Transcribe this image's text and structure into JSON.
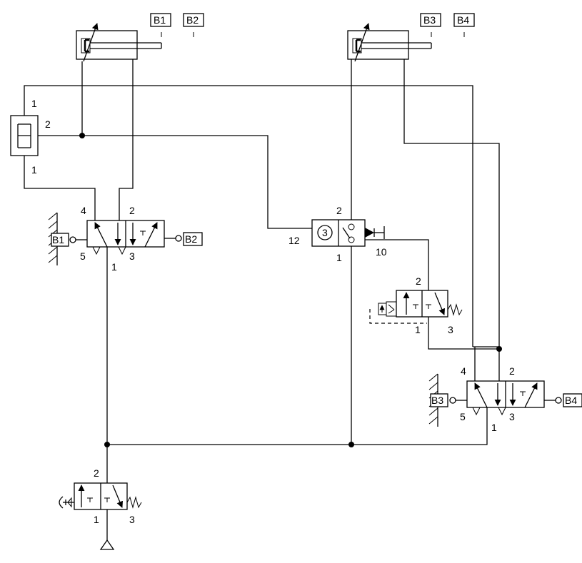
{
  "sensor_tags": {
    "b1": "B1",
    "b2": "B2",
    "b3": "B3",
    "b4": "B4"
  },
  "and_valve": {
    "port_in_top": "1",
    "port_out": "2",
    "port_in_bottom": "1"
  },
  "valve_left": {
    "port_4": "4",
    "port_2": "2",
    "port_5": "5",
    "port_1": "1",
    "port_3": "3",
    "roller_left": "B1",
    "roller_right": "B2"
  },
  "timer_valve": {
    "label": "3",
    "port_12": "12",
    "port_2": "2",
    "port_1": "1",
    "port_10": "10"
  },
  "valve_32_right": {
    "port_2": "2",
    "port_1": "1",
    "port_3": "3"
  },
  "valve_right": {
    "port_4": "4",
    "port_2": "2",
    "port_5": "5",
    "port_1": "1",
    "port_3": "3",
    "roller_left": "B3",
    "roller_right": "B4"
  },
  "start_valve": {
    "port_2": "2",
    "port_1": "1",
    "port_3": "3"
  }
}
